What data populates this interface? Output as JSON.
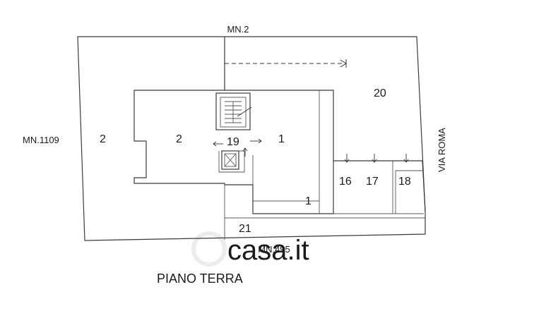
{
  "labels": {
    "north": "MN.2",
    "west": "MN.1109",
    "south": "MN.495",
    "east": "VIA ROMA",
    "floor": "PIANO TERRA"
  },
  "rooms": {
    "r2_left": "2",
    "r2_inner": "2",
    "r19": "19",
    "r1_upper": "1",
    "r1_lower": "1",
    "r20": "20",
    "r16": "16",
    "r17": "17",
    "r18": "18",
    "r21": "21"
  },
  "watermark": "casa.it"
}
